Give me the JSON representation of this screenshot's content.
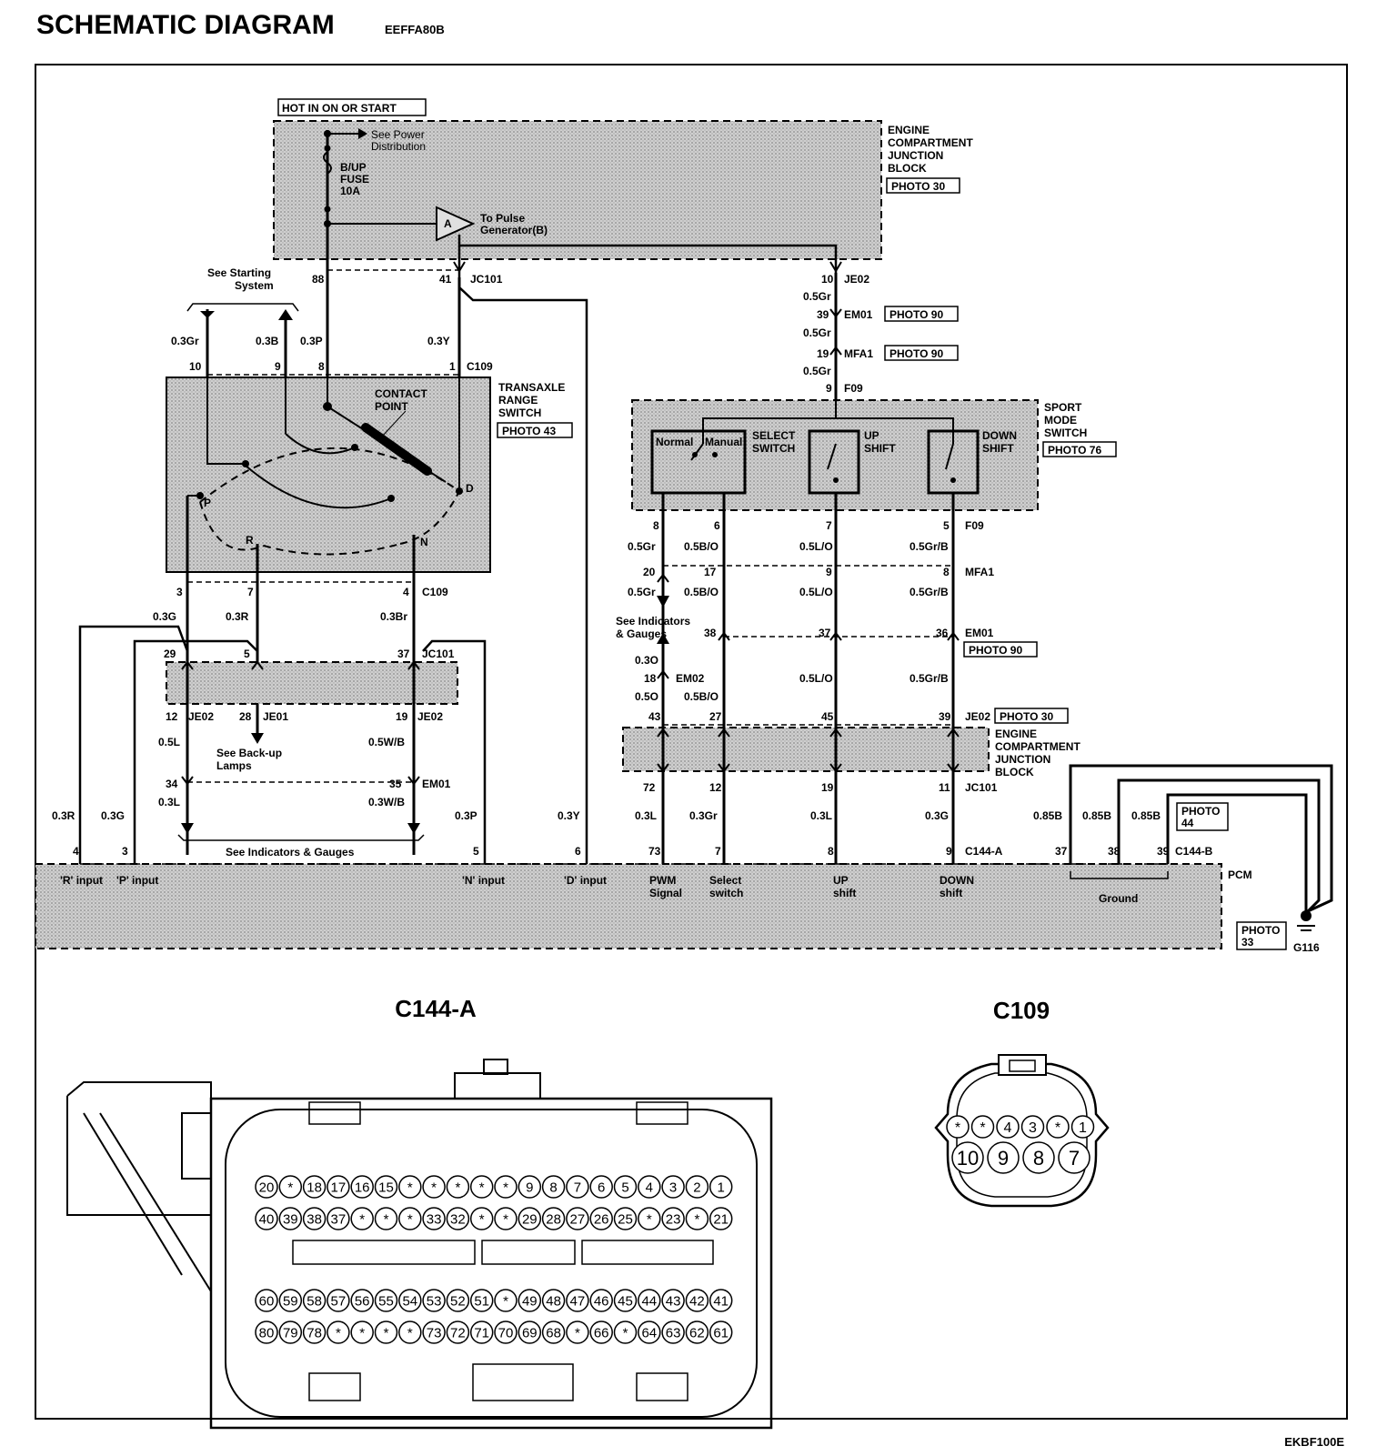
{
  "header": {
    "title": "SCHEMATIC DIAGRAM",
    "code": "EEFFA80B"
  },
  "footer": {
    "code": "EKBF100E"
  },
  "labels": {
    "hot": "HOT IN ON OR START",
    "ecjb_top": [
      "ENGINE",
      "COMPARTMENT",
      "JUNCTION",
      "BLOCK"
    ],
    "photo30": "PHOTO 30",
    "see_power": [
      "See Power",
      "Distribution"
    ],
    "fuse": [
      "B/UP",
      "FUSE",
      "10A"
    ],
    "to_pulse": [
      "To Pulse",
      "Generator(B)"
    ],
    "see_starting": [
      "See Starting",
      "System"
    ],
    "trs": [
      "TRANSAXLE",
      "RANGE",
      "SWITCH"
    ],
    "photo43": "PHOTO 43",
    "contact_point": [
      "CONTACT",
      "POINT"
    ],
    "sport": [
      "SPORT",
      "MODE",
      "SWITCH"
    ],
    "photo76": "PHOTO 76",
    "normal": "Normal",
    "manual": "Manual",
    "select_switch": [
      "SELECT",
      "SWITCH"
    ],
    "up_shift": [
      "UP",
      "SHIFT"
    ],
    "down_shift": [
      "DOWN",
      "SHIFT"
    ],
    "photo90": "PHOTO 90",
    "photo30b": "PHOTO 30",
    "see_ind_gauges_r": [
      "See Indicators",
      "& Gauges"
    ],
    "see_backup": [
      "See Back-up",
      "Lamps"
    ],
    "see_ind_gauges_b": "See Indicators & Gauges",
    "ecjb_right": [
      "ENGINE",
      "COMPARTMENT",
      "JUNCTION",
      "BLOCK"
    ],
    "photo44": [
      "PHOTO",
      "44"
    ],
    "photo33": [
      "PHOTO",
      "33"
    ],
    "g116": "G116",
    "pcm": "PCM",
    "pcm_inputs": [
      "'R' input",
      "'P' input",
      "'N' input",
      "'D' input"
    ],
    "pwm": [
      "PWM",
      "Signal"
    ],
    "select": [
      "Select",
      "switch"
    ],
    "up": [
      "UP",
      "shift"
    ],
    "down": [
      "DOWN",
      "shift"
    ],
    "ground": "Ground"
  },
  "conn_ids": {
    "jc101": "JC101",
    "je02": "JE02",
    "em01": "EM01",
    "mfa1": "MFA1",
    "f09": "F09",
    "c109": "C109",
    "je01": "JE01",
    "em02": "EM02",
    "c144a": "C144-A",
    "c144b": "C144-B"
  },
  "wires": {
    "gr03": "0.3Gr",
    "b03": "0.3B",
    "p03": "0.3P",
    "y03": "0.3Y",
    "gr05": "0.5Gr",
    "g03": "0.3G",
    "r03": "0.3R",
    "br03": "0.3Br",
    "l05": "0.5L",
    "wb05": "0.5W/B",
    "l03": "0.3L",
    "wb03": "0.3W/B",
    "o03": "0.3O",
    "o05": "0.5O",
    "bo05": "0.5B/O",
    "lo05": "0.5L/O",
    "grb05": "0.5Gr/B",
    "gr03b": "0.3Gr",
    "b085": "0.85B"
  },
  "pins": {
    "p88": "88",
    "p41": "41",
    "p10": "10",
    "p9": "9",
    "p8": "8",
    "p1": "1",
    "p39": "39",
    "p19": "19",
    "p3": "3",
    "p7": "7",
    "p4": "4",
    "p29": "29",
    "p5": "5",
    "p37": "37",
    "p12": "12",
    "p28": "28",
    "p34": "34",
    "p35": "35",
    "p6": "6",
    "p20": "20",
    "p17": "17",
    "p38": "38",
    "p36": "36",
    "p18": "18",
    "p43": "43",
    "p27": "27",
    "p45": "45",
    "p72": "72",
    "p11": "11",
    "p73": "73"
  },
  "switch_letters": [
    "P",
    "R",
    "N",
    "D"
  ],
  "connector_c144a": {
    "title": "C144-A",
    "row1": [
      "20",
      "*",
      "18",
      "17",
      "16",
      "15",
      "*",
      "*",
      "*",
      "*",
      "*",
      "9",
      "8",
      "7",
      "6",
      "5",
      "4",
      "3",
      "2",
      "1"
    ],
    "row2": [
      "40",
      "39",
      "38",
      "37",
      "*",
      "*",
      "*",
      "33",
      "32",
      "*",
      "*",
      "29",
      "28",
      "27",
      "26",
      "25",
      "*",
      "23",
      "*",
      "21"
    ],
    "row3": [
      "60",
      "59",
      "58",
      "57",
      "56",
      "55",
      "54",
      "53",
      "52",
      "51",
      "*",
      "49",
      "48",
      "47",
      "46",
      "45",
      "44",
      "43",
      "42",
      "41"
    ],
    "row4": [
      "80",
      "79",
      "78",
      "*",
      "*",
      "*",
      "*",
      "73",
      "72",
      "71",
      "70",
      "69",
      "68",
      "*",
      "66",
      "*",
      "64",
      "63",
      "62",
      "61"
    ]
  },
  "connector_c109": {
    "title": "C109",
    "top": [
      "*",
      "*",
      "4",
      "3",
      "*",
      "1"
    ],
    "bottom": [
      "10",
      "9",
      "8",
      "7"
    ]
  }
}
